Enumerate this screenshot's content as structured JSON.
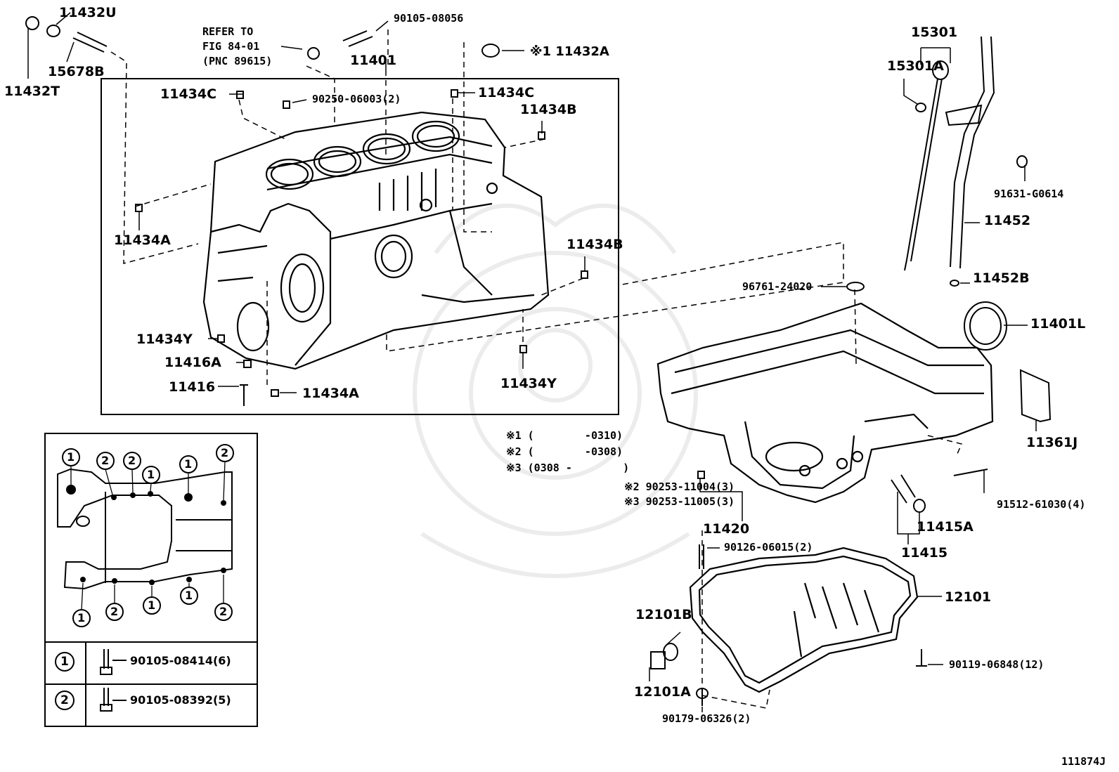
{
  "diagram_id": "111874J",
  "reference": [
    "REFER TO",
    "FIG 84-01",
    "(PNC 89615)"
  ],
  "notes": [
    "※1 (        -0310)",
    "※2 (        -0308)",
    "※3 (0308 -        )"
  ],
  "labels": {
    "p11432U": "11432U",
    "p11432T": "11432T",
    "p15678B": "15678B",
    "p90105_08056": "90105-08056",
    "p11432A": "※1 11432A",
    "p11401": "11401",
    "p11434C_left": "11434C",
    "p90250_06003": "90250-06003(2)",
    "p11434C_right": "11434C",
    "p11434B_top": "11434B",
    "p11434A_left": "11434A",
    "p11434B_right": "11434B",
    "p11434Y_left": "11434Y",
    "p11416A": "11416A",
    "p11416": "11416",
    "p11434A_bottom": "11434A",
    "p11434Y_bottom": "11434Y",
    "p15301": "15301",
    "p15301A": "15301A",
    "p91631_G0614": "91631-G0614",
    "p11452": "11452",
    "p11452B": "11452B",
    "p96761_24020": "96761-24020",
    "p11401L": "11401L",
    "p11361J": "11361J",
    "p90253_11004": "※2 90253-11004(3)",
    "p90253_11005": "※3 90253-11005(3)",
    "p11420": "11420",
    "p91512_61030": "91512-61030(4)",
    "p11415A": "11415A",
    "p11415": "11415",
    "p90126_06015": "90126-06015(2)",
    "p12101": "12101",
    "p12101B": "12101B",
    "p12101A": "12101A",
    "p90119_06848": "90119-06848(12)",
    "p90179_06326": "90179-06326(2)"
  },
  "bolt_pattern": {
    "callouts": [
      "1",
      "2",
      "2",
      "1",
      "1",
      "2",
      "1",
      "2",
      "1",
      "1",
      "2"
    ],
    "legend": [
      {
        "symbol": "1",
        "part": "90105-08414(6)"
      },
      {
        "symbol": "2",
        "part": "90105-08392(5)"
      }
    ]
  },
  "colors": {
    "ink": "#000000",
    "background": "#ffffff",
    "watermark": "#ececec"
  }
}
